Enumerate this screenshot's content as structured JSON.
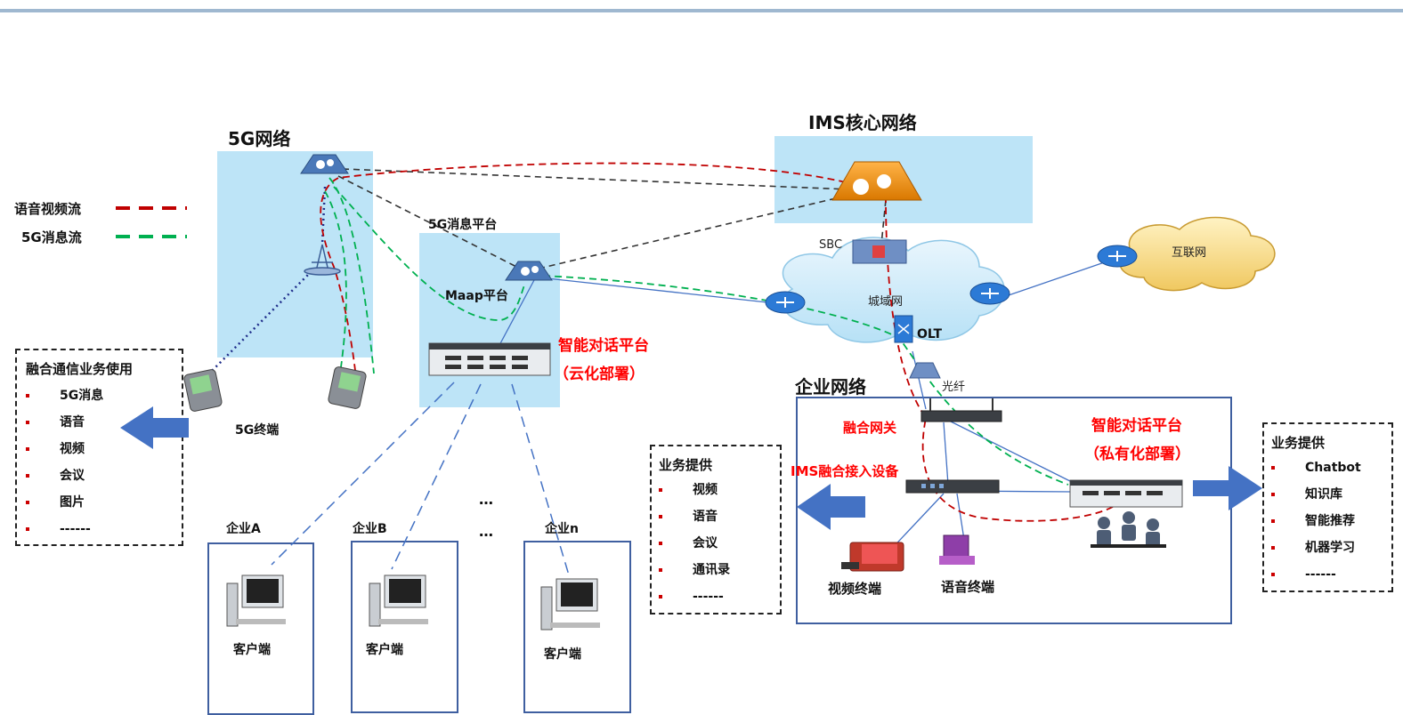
{
  "colors": {
    "voice_flow": "#c00000",
    "msg_flow": "#00b050",
    "zone_fill": "#bde4f7",
    "highlight": "#ff0000",
    "arrow": "#4472c4"
  },
  "net5g": {
    "title": "5G网络",
    "terminal_label": "5G终端"
  },
  "legend": {
    "voice": "语音视频流",
    "msg": "5G消息流"
  },
  "msg_platform": {
    "title": "5G消息平台",
    "maap": "Maap平台"
  },
  "cloud_platform": {
    "line1": "智能对话平台",
    "line2": "（云化部署）"
  },
  "ims": {
    "title": "IMS核心网络"
  },
  "metro": {
    "sbc": "SBC",
    "label": "城域网",
    "olt": "OLT",
    "fiber": "光纤",
    "internet": "互联网"
  },
  "enterprise": {
    "title": "企业网络",
    "gateway": "融合网关",
    "ims_access": "IMS融合接入设备",
    "private_line1": "智能对话平台",
    "private_line2": "（私有化部署）",
    "video_terminal": "视频终端",
    "voice_terminal": "语音终端"
  },
  "fusion_use": {
    "title": "融合通信业务使用",
    "items": [
      "5G消息",
      "语音",
      "视频",
      "会议",
      "图片",
      "------"
    ]
  },
  "service_left": {
    "title": "业务提供",
    "items": [
      "视频",
      "语音",
      "会议",
      "通讯录",
      "------"
    ]
  },
  "service_right": {
    "title": "业务提供",
    "items": [
      "Chatbot",
      "知识库",
      "智能推荐",
      "机器学习",
      "------"
    ]
  },
  "companies": [
    {
      "name": "企业A",
      "client": "客户端"
    },
    {
      "name": "企业B",
      "client": "客户端"
    },
    {
      "name": "企业n",
      "client": "客户端"
    }
  ],
  "ellipsis": {
    "row1": "…",
    "row2": "…"
  }
}
